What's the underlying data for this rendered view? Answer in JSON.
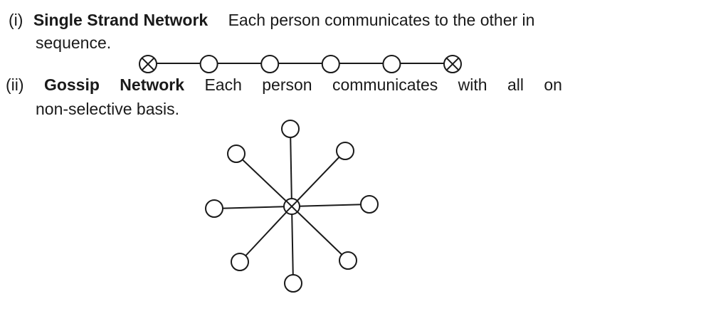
{
  "items": [
    {
      "marker": "(i)",
      "title": "Single Strand Network",
      "desc_line1": "Each person communicates to the other in",
      "desc_line2": "sequence."
    },
    {
      "marker": "(ii)",
      "title_word1": "Gossip",
      "title_word2": "Network",
      "desc_words": [
        "Each",
        "person",
        "communicates",
        "with",
        "all",
        "on"
      ],
      "desc_line2": "non-selective basis."
    }
  ],
  "diagrams": {
    "single_strand": {
      "nodes": 6,
      "end_nodes": "crossed"
    },
    "gossip": {
      "outer_nodes": 8,
      "center_node": "crossed"
    }
  }
}
